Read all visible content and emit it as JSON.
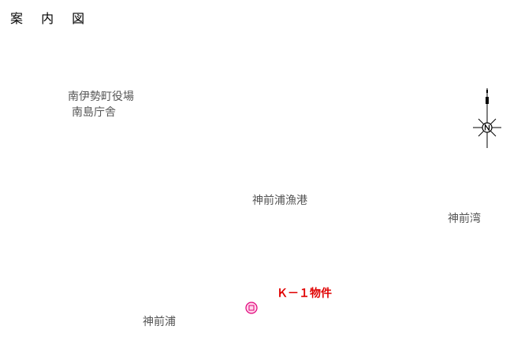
{
  "title": "案 内 図",
  "places": {
    "town_office_line1": "南伊勢町役場",
    "town_office_line2": "南島庁舎",
    "fishing_port": "神前浦漁港",
    "bay": "神前湾",
    "area": "神前浦"
  },
  "property": {
    "label": "Ｋ－１物件",
    "marker_color": "#e0007a"
  },
  "compass": {
    "icon": "north-arrow-compass"
  },
  "colors": {
    "place_label": "#555555",
    "property_label": "#e00000"
  }
}
